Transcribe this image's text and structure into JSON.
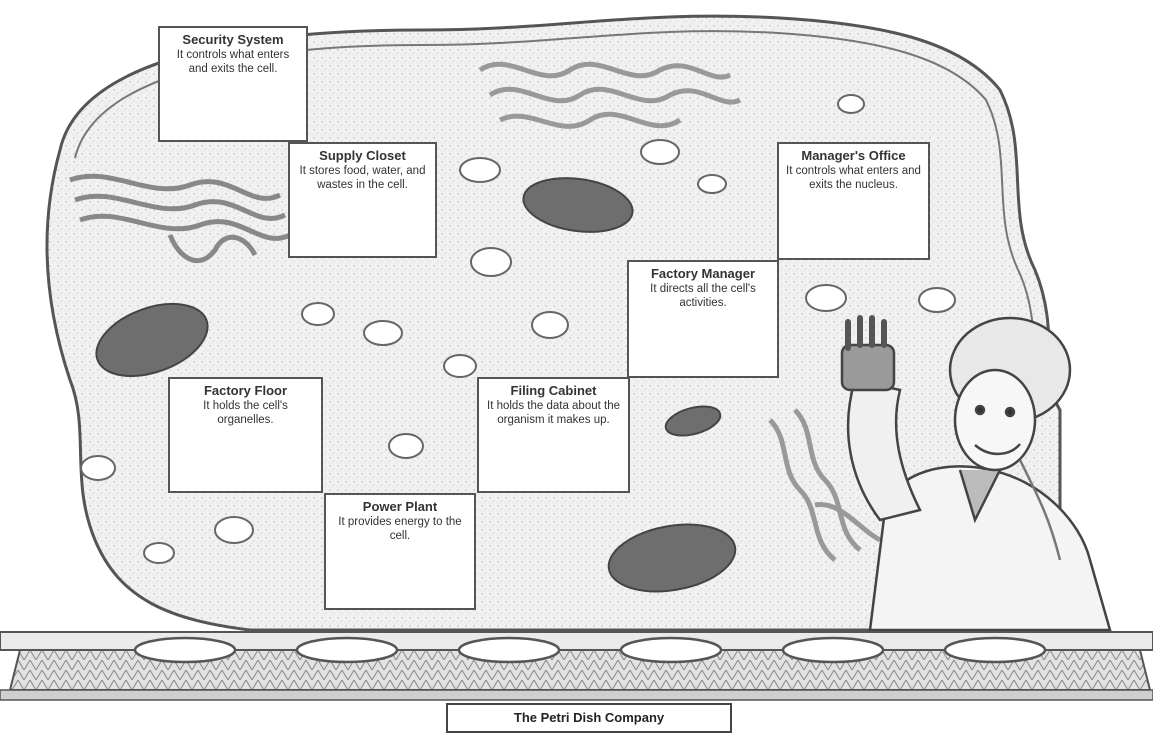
{
  "labels": [
    {
      "id": "security",
      "title": "Security System",
      "desc": "It controls what enters and exits the cell."
    },
    {
      "id": "supply",
      "title": "Supply Closet",
      "desc": "It stores food, water, and wastes in the cell."
    },
    {
      "id": "managers-office",
      "title": "Manager's Office",
      "desc": "It controls what enters and exits the nucleus."
    },
    {
      "id": "factory-manager",
      "title": "Factory Manager",
      "desc": "It directs all the cell's activities."
    },
    {
      "id": "factory-floor",
      "title": "Factory Floor",
      "desc": "It holds the cell's organelles."
    },
    {
      "id": "filing-cabinet",
      "title": "Filing Cabinet",
      "desc": "It holds the data about the organism it makes up."
    },
    {
      "id": "power-plant",
      "title": "Power Plant",
      "desc": "It provides energy to the cell."
    }
  ],
  "caption": "The Petri Dish Company",
  "colors": {
    "line": "#555555",
    "stipple": "#eeeeee",
    "mito": "#6a6a6a",
    "belt": "#d6d6d6"
  }
}
